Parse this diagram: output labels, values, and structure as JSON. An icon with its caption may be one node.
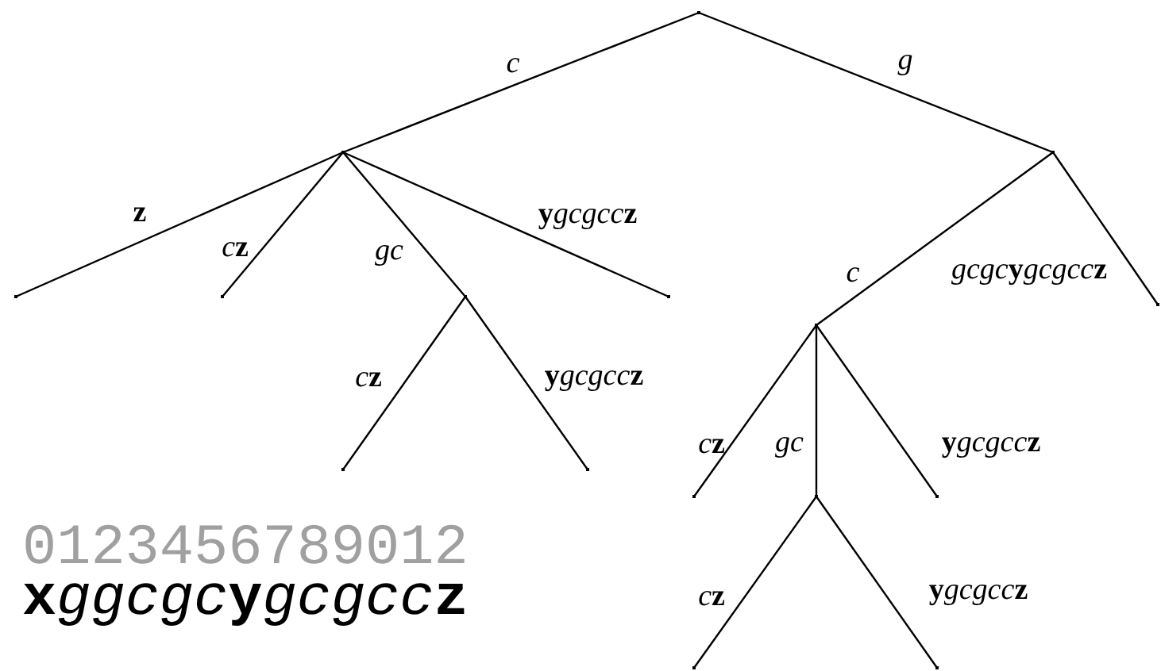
{
  "diagram": {
    "nodes": [
      {
        "text": [],
        "shape": "point"
      },
      {
        "text": [],
        "shape": "point"
      },
      {
        "text": [],
        "shape": "point"
      },
      {
        "text": [],
        "shape": "point"
      },
      {
        "text": [],
        "shape": "point"
      },
      {
        "text": [],
        "shape": "point"
      },
      {
        "text": [],
        "shape": "point"
      },
      {
        "text": [],
        "shape": "point"
      },
      {
        "text": [],
        "shape": "point"
      },
      {
        "text": [],
        "shape": "point"
      },
      {
        "text": [],
        "shape": "point"
      },
      {
        "text": [],
        "shape": "point"
      },
      {
        "text": [],
        "shape": "point"
      },
      {
        "text": [],
        "shape": "point"
      },
      {
        "text": [],
        "shape": "point"
      },
      {
        "text": [],
        "shape": "point"
      }
    ],
    "edges": [
      {
        "from": 0,
        "to": 1,
        "arrow": "none",
        "label": "c"
      },
      {
        "from": 0,
        "to": 2,
        "arrow": "none",
        "label": "g"
      },
      {
        "from": 1,
        "to": 3,
        "arrow": "none",
        "label": "**z**"
      },
      {
        "from": 1,
        "to": 4,
        "arrow": "none",
        "label": "c**z**"
      },
      {
        "from": 1,
        "to": 5,
        "arrow": "none",
        "label": "gc"
      },
      {
        "from": 1,
        "to": 6,
        "arrow": "none",
        "label": "**y**gcgcc**z**"
      },
      {
        "from": 2,
        "to": 7,
        "arrow": "none",
        "label": "c"
      },
      {
        "from": 2,
        "to": 8,
        "arrow": "none",
        "label": "gcgc**y**gcgcc**z**"
      },
      {
        "from": 5,
        "to": 9,
        "arrow": "none",
        "label": "c**z**"
      },
      {
        "from": 5,
        "to": 10,
        "arrow": "none",
        "label": "**y**gcgcc**z**"
      },
      {
        "from": 7,
        "to": 11,
        "arrow": "none",
        "label": "c**z**"
      },
      {
        "from": 7,
        "to": 12,
        "arrow": "none",
        "label": "gc"
      },
      {
        "from": 7,
        "to": 13,
        "arrow": "none",
        "label": "**y**gcgcc**z**"
      },
      {
        "from": 12,
        "to": 14,
        "arrow": "none",
        "label": "c**z**"
      },
      {
        "from": 12,
        "to": 15,
        "arrow": "none",
        "label": "**y**gcgcc**z**"
      }
    ],
    "labels": [
      "0123456789012",
      "**x**ggcgc**y**gcgcc**z**"
    ]
  }
}
